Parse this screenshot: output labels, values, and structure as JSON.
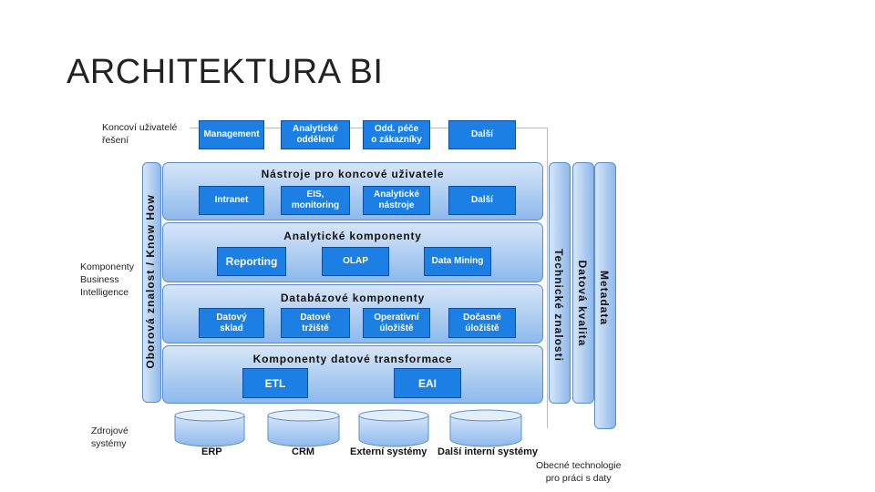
{
  "slide": {
    "title": "ARCHITEKTURA BI"
  },
  "labels": {
    "end_users": "Koncoví uživatelé\nřešení",
    "bi_components": "Komponenty\nBusiness\nIntelligence",
    "sources": "Zdrojové\nsystémy",
    "general_tech": "Obecné technologie\npro práci s daty"
  },
  "top_row": [
    "Management",
    "Analytické\noddělení",
    "Odd. péče\no zákazníky",
    "Další"
  ],
  "bands": {
    "tools": {
      "title": "Nástroje pro koncové uživatele",
      "items": [
        "Intranet",
        "EIS,\nmonitoring",
        "Analytické\nnástroje",
        "Další"
      ]
    },
    "analytic": {
      "title": "Analytické komponenty",
      "items": [
        "Reporting",
        "OLAP",
        "Data Mining"
      ]
    },
    "database": {
      "title": "Databázové komponenty",
      "items": [
        "Datový\nsklad",
        "Datové\ntržiště",
        "Operativní\núložiště",
        "Dočasné\núložiště"
      ]
    },
    "transform": {
      "title": "Komponenty datové transformace",
      "items": [
        "ETL",
        "EAI"
      ]
    }
  },
  "vertical": {
    "left": "Oborová znalost / Know How",
    "right": [
      "Technické znalosti",
      "Datová kvalita",
      "Metadata"
    ]
  },
  "sources": [
    "ERP",
    "CRM",
    "Externí systémy",
    "Další interní systémy"
  ],
  "colors": {
    "box": "#1b7fe3",
    "band_top": "#d7e6f8",
    "band_bottom": "#8db9ec",
    "border": "#5d8ccc"
  }
}
